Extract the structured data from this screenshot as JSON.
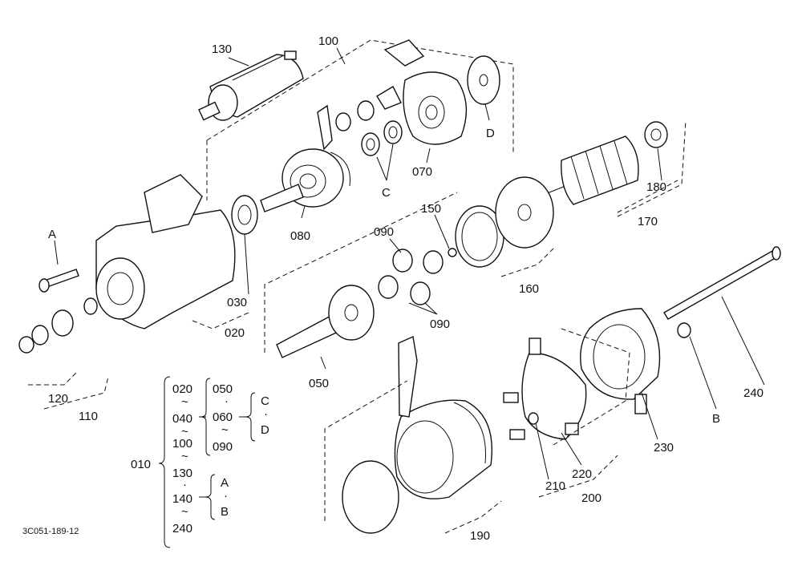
{
  "diagram": {
    "doc_code": "3C051-189-12",
    "part_labels": {
      "p010": "010",
      "p020": "020",
      "p030": "030",
      "p050": "050",
      "p070": "070",
      "p080": "080",
      "p090a": "090",
      "p090b": "090",
      "p100": "100",
      "p110": "110",
      "p120": "120",
      "p130": "130",
      "p150": "150",
      "p160": "160",
      "p170": "170",
      "p180": "180",
      "p190": "190",
      "p200": "200",
      "p210": "210",
      "p220": "220",
      "p230": "230",
      "p240": "240"
    },
    "ref_labels": {
      "a": "A",
      "b": "B",
      "c": "C",
      "d": "D"
    },
    "tree": {
      "root": "010",
      "left": [
        "020",
        "~",
        "040",
        "~",
        "100",
        "~",
        "130",
        "·",
        "140",
        "~",
        "240"
      ],
      "mid": [
        "050",
        "·",
        "060",
        "~",
        "090"
      ],
      "right_cd": [
        "C",
        "·",
        "D"
      ],
      "right_ab": [
        "A",
        "·",
        "B"
      ]
    }
  }
}
